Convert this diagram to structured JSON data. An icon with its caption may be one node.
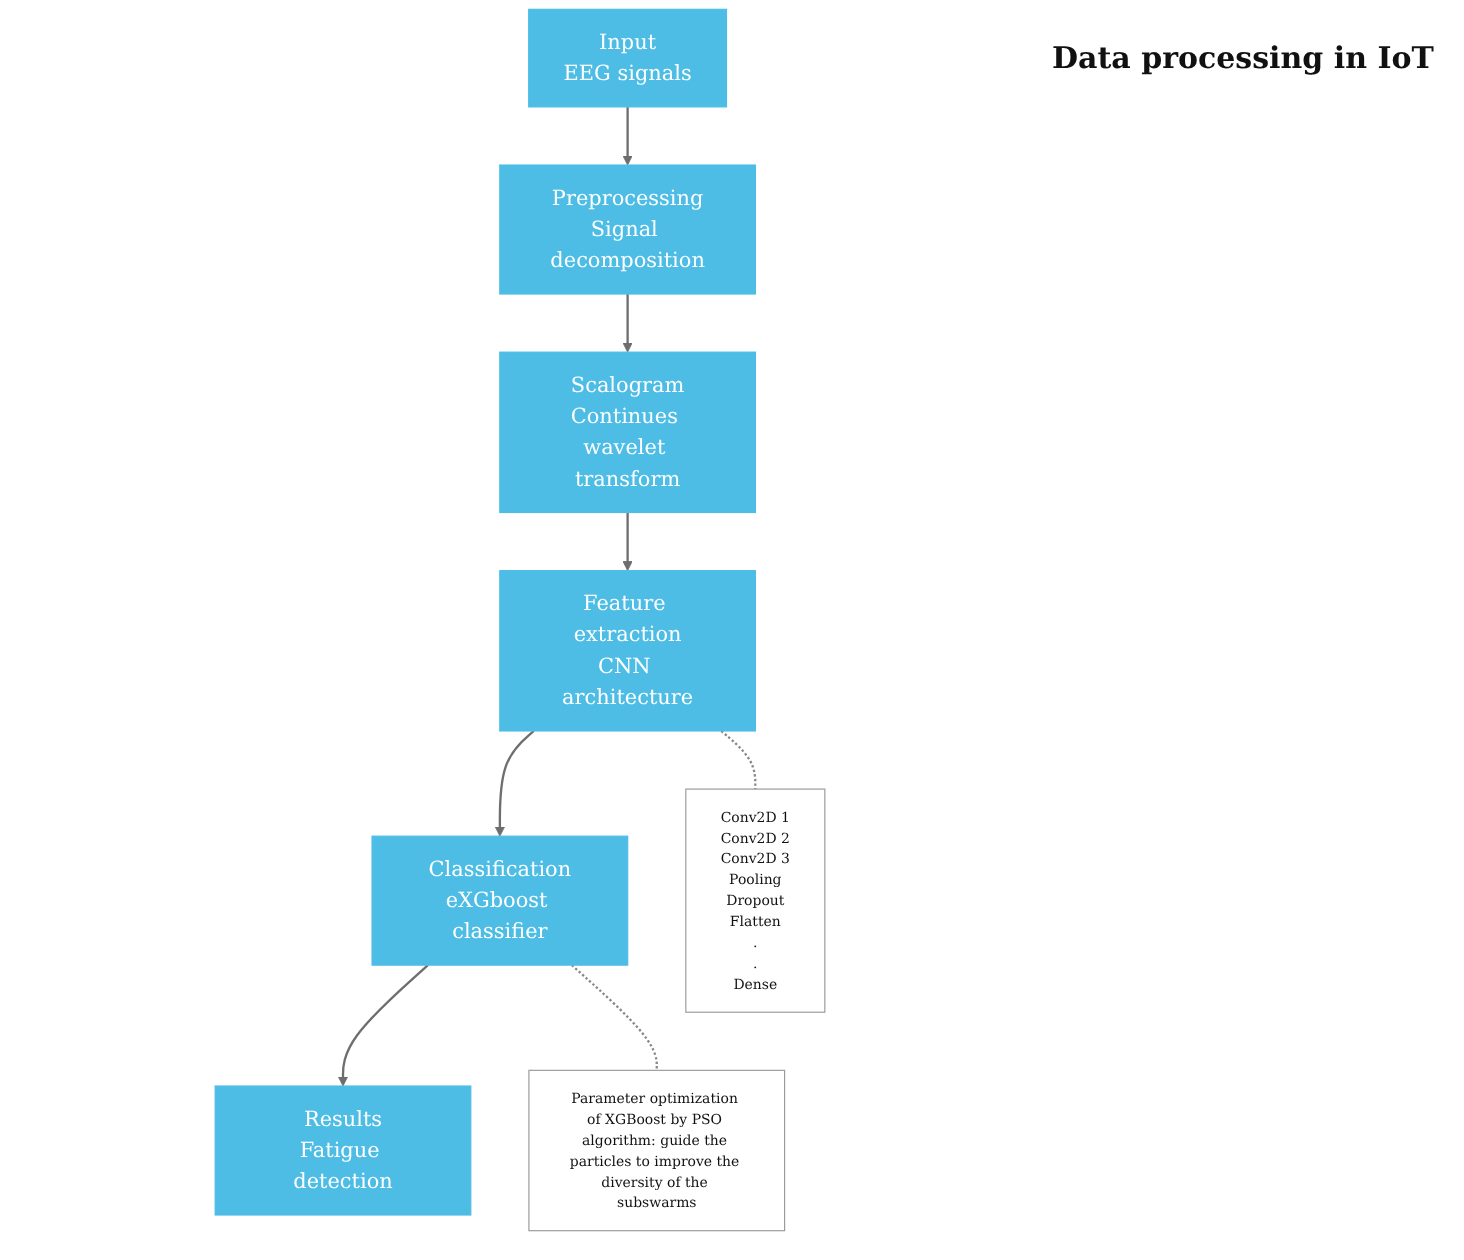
{
  "diagram": {
    "nodes": [
      {
        "text": [
          "Input",
          "EEG signals"
        ]
      },
      {
        "text": [
          "Preprocessing",
          "Signal decomposition"
        ]
      },
      {
        "text": [
          "Scalogram",
          "Continues wavelet transform"
        ]
      },
      {
        "text": [
          "Feature extraction",
          "CNN architecture"
        ]
      },
      {
        "text": [
          "Classification",
          "eXGboost classifier"
        ]
      },
      {
        "text": [
          "Results",
          "Fatigue detection"
        ]
      },
      {
        "text": [
          "Conv2D 1",
          "Conv2D 2",
          "Conv2D 3",
          "Pooling",
          "Dropout",
          "Flatten",
          ".",
          ".",
          "Dense"
        ]
      },
      {
        "text": [
          "Parameter optimization of XGBoost by PSO algorithm: guide the particles to improve the diversity of the subswarms"
        ]
      }
    ],
    "edges": [
      {
        "from": 0,
        "to": 1,
        "arrow": "to"
      },
      {
        "from": 1,
        "to": 2,
        "arrow": "to"
      },
      {
        "from": 2,
        "to": 3,
        "arrow": "to"
      },
      {
        "from": 3,
        "to": 4,
        "arrow": "to"
      },
      {
        "from": 4,
        "to": 5,
        "arrow": "to"
      },
      {
        "from": 3,
        "to": 6,
        "arrow": "none",
        "style": "dashed"
      },
      {
        "from": 4,
        "to": 7,
        "arrow": "none",
        "style": "dashed"
      }
    ],
    "labels": [
      "Data processing in IoT"
    ]
  }
}
